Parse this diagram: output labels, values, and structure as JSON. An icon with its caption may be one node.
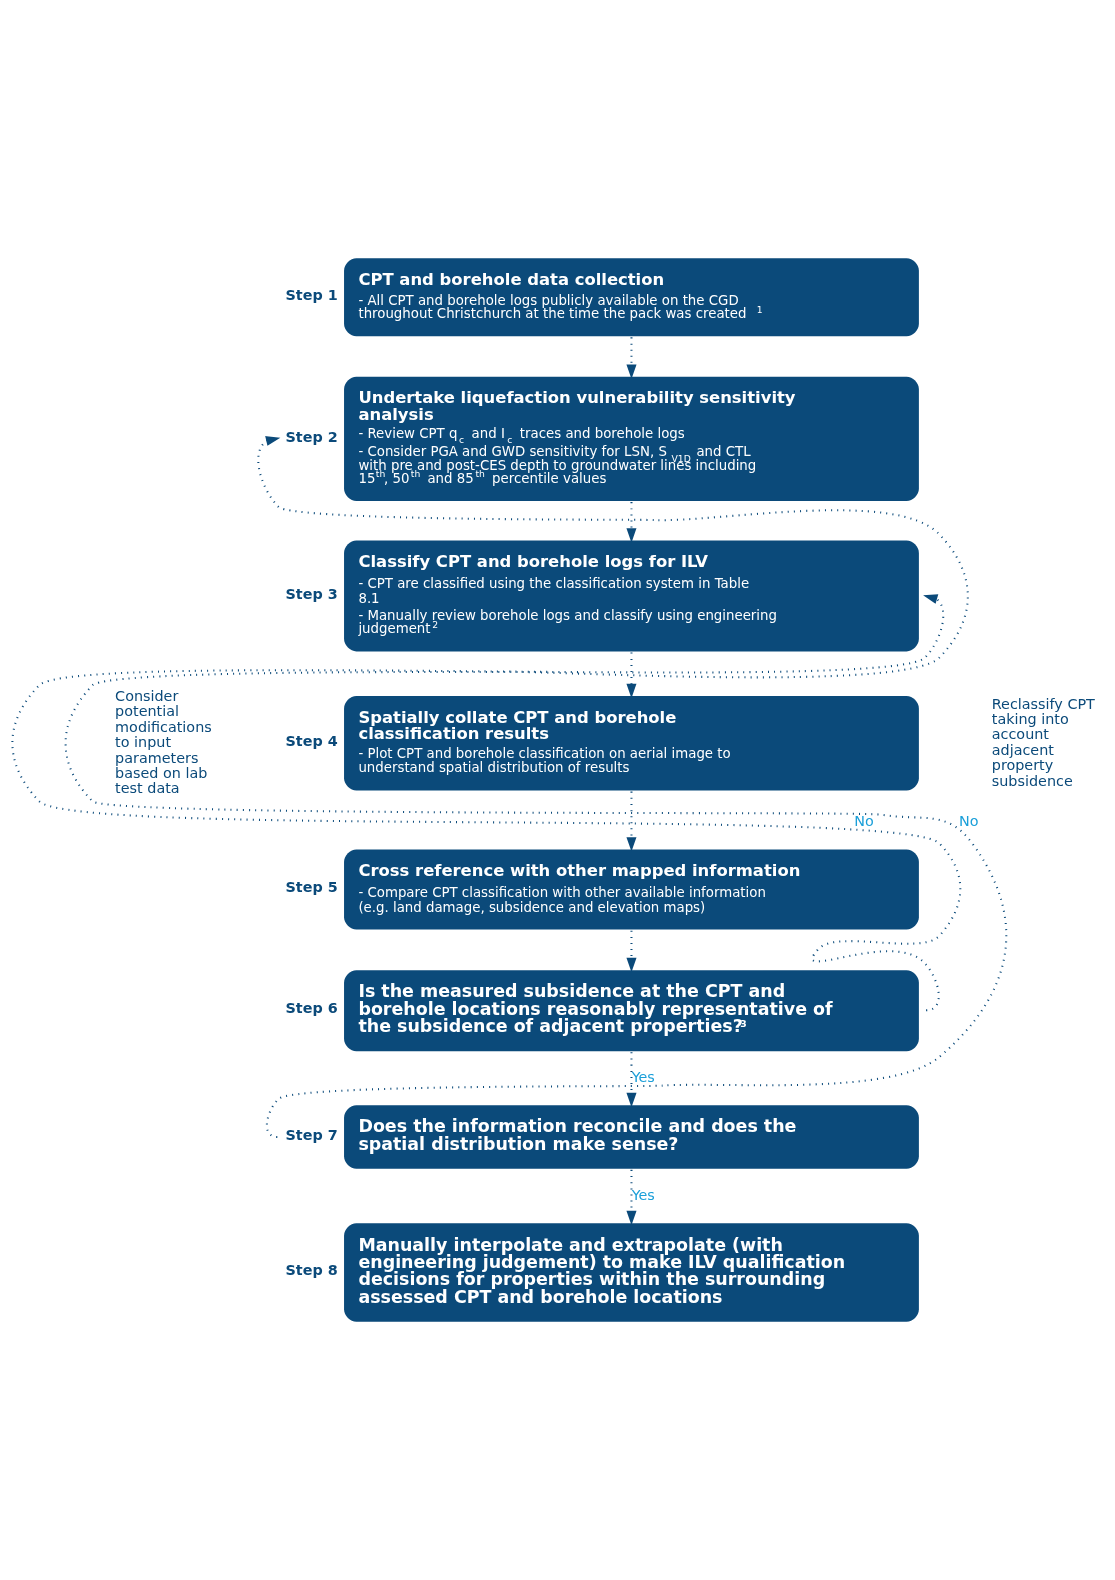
{
  "diagram": {
    "nodes": [
      {
        "text": [
          "CPT and borehole data collection",
          "- All CPT and borehole logs publicly available on the CGD throughout Christchurch at the time the pack was created$^{1}$"
        ],
        "beside": [
          "Step 1"
        ]
      },
      {
        "text": [
          "Undertake liquefaction vulnerability sensitivity analysis",
          "- Review CPT q$_{c}$ and I$_{c}$ traces and borehole logs",
          "- Consider PGA and GWD sensitivity for LSN, S$_{V1D}$ and CTL with pre and post-CES depth to groundwater lines including 15$^{th}$, 50$^{th}$ and 85$^{th}$ percentile values"
        ],
        "beside": [
          "Step 2"
        ]
      },
      {
        "text": [
          "Classify CPT and borehole logs for ILV",
          "- CPT are classified using the classification system in Table 8.1",
          "- Manually review borehole logs and classify using engineering judgement$^{2}$"
        ],
        "beside": [
          "Step 3"
        ]
      },
      {
        "text": [
          "Spatially collate CPT and borehole classification results",
          "- Plot CPT and borehole classification on aerial image to understand spatial distribution of results"
        ],
        "beside": [
          "Step 4"
        ]
      },
      {
        "text": [
          "Cross reference with other mapped information",
          "- Compare CPT classification with other available information (e.g. land damage, subsidence and elevation maps)"
        ],
        "beside": [
          "Step 5"
        ]
      },
      {
        "text": [
          "Is the measured subsidence at the CPT and borehole locations reasonably representative of the subsidence of adjacent properties?$^{3}$"
        ],
        "beside": [
          "Step 6"
        ]
      },
      {
        "text": [
          "Does the information reconcile and does the spatial distribution make sense?"
        ],
        "beside": [
          "Step 7"
        ]
      },
      {
        "text": [
          "Manually interpolate and extrapolate (with engineering judgement) to make ILV qualification decisions for properties within the surrounding assessed CPT and borehole locations"
        ],
        "beside": [
          "Step 8"
        ]
      }
    ],
    "edges": [
      {
        "from": 0,
        "to": 1,
        "arrow": "to"
      },
      {
        "from": 1,
        "to": 2,
        "arrow": "to"
      },
      {
        "from": 2,
        "to": 3,
        "arrow": "to"
      },
      {
        "from": 3,
        "to": 4,
        "arrow": "to"
      },
      {
        "from": 4,
        "to": 5,
        "arrow": "to"
      },
      {
        "from": 5,
        "to": 6,
        "arrow": "to",
        "label": "Yes"
      },
      {
        "from": 6,
        "to": 7,
        "arrow": "to",
        "label": "Yes"
      },
      {
        "from": 5,
        "to": 2,
        "arrow": "to",
        "label": "No"
      },
      {
        "from": 6,
        "to": 1,
        "arrow": "to",
        "label": "No"
      }
    ],
    "labels": [
      "Consider potential modifications to input parameters based on lab test data",
      "Reclassify CPT taking into account adjacent property subsidence"
    ]
  }
}
